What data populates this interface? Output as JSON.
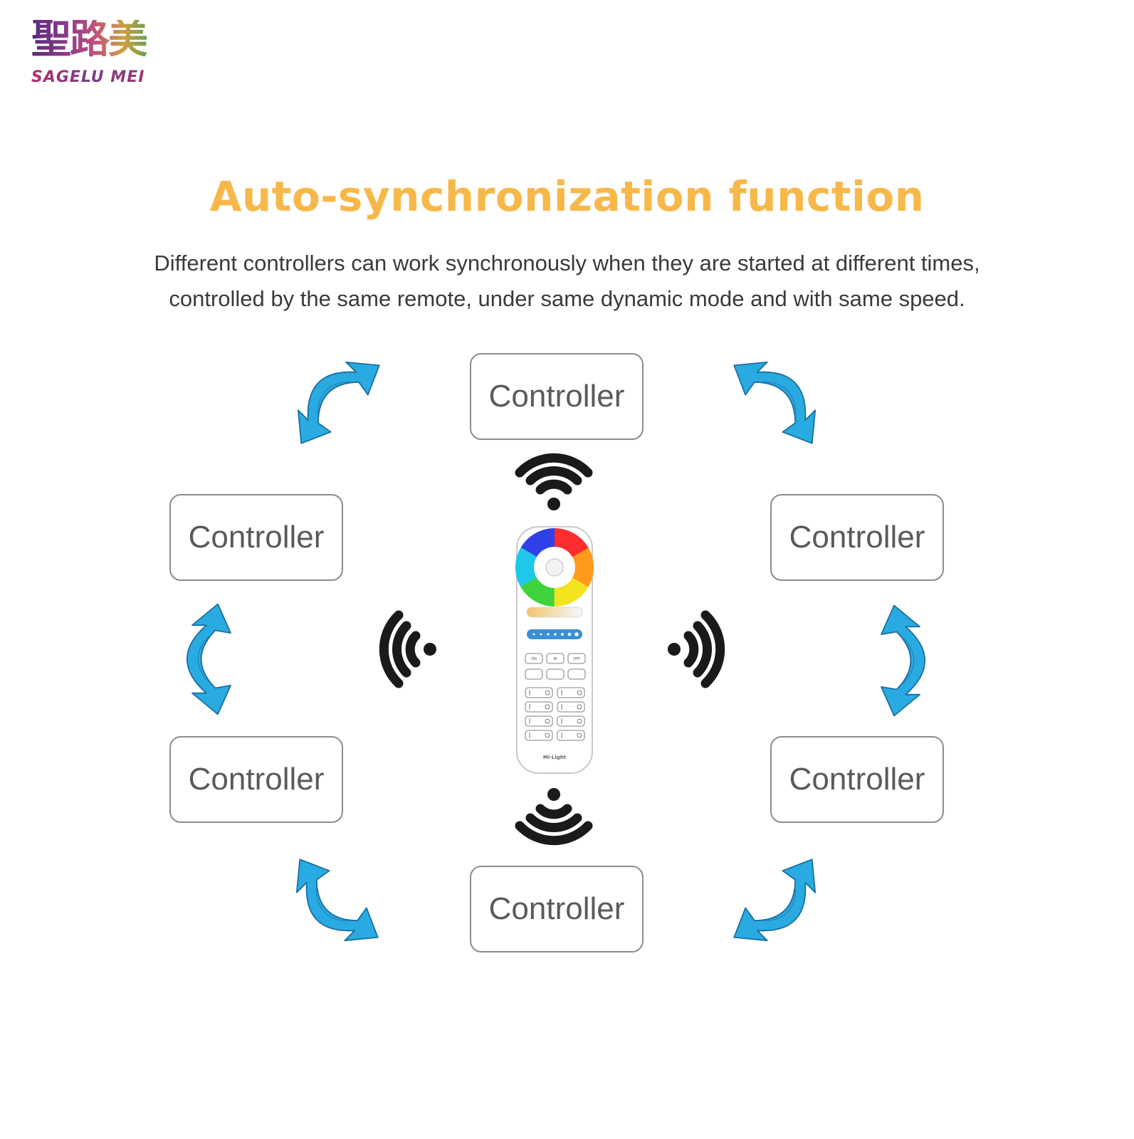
{
  "logo": {
    "chinese": "聖路美",
    "latin": "SAGELU MEI"
  },
  "title": "Auto-synchronization function",
  "description": {
    "line1": "Different controllers can work synchronously when they are started at different times,",
    "line2": "controlled by the same remote, under same dynamic mode and with same speed."
  },
  "controllers": {
    "top": "Controller",
    "upper_left": "Controller",
    "upper_right": "Controller",
    "lower_left": "Controller",
    "lower_right": "Controller",
    "bottom": "Controller"
  },
  "remote": {
    "buttons_row1": [
      "ON",
      "W",
      "OFF"
    ],
    "brand": "Mi·Light"
  },
  "colors": {
    "title": "#f7b84a",
    "arrow": "#29abe2",
    "arrow_outline": "#1a6fa0",
    "signal": "#1a1a1a",
    "slider": "#3a8fd9"
  },
  "icons": [
    "wifi-signal-icon",
    "curved-double-arrow-icon",
    "remote-control-icon"
  ]
}
